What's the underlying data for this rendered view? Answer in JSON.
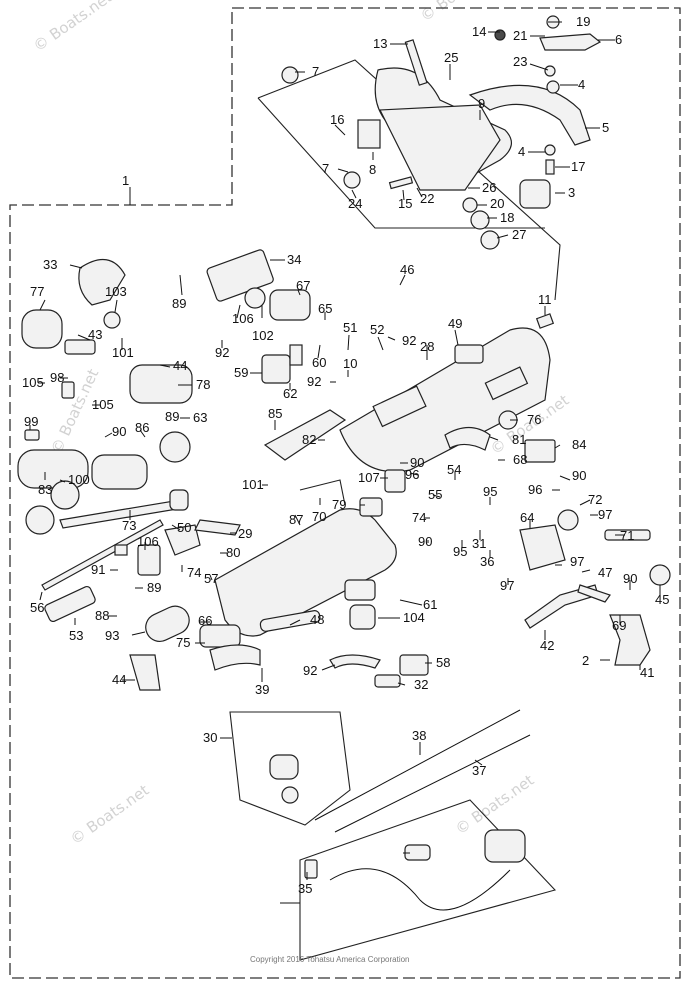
{
  "watermark": "© Boats.net",
  "copyright": "Copyright 2016 Tohatsu America Corporation",
  "callouts": [
    "19",
    "14",
    "21",
    "6",
    "13",
    "25",
    "7",
    "23",
    "4",
    "9",
    "5",
    "16",
    "4",
    "17",
    "7",
    "8",
    "3",
    "26",
    "24",
    "15",
    "22",
    "20",
    "18",
    "27",
    "1",
    "34",
    "33",
    "46",
    "89",
    "67",
    "11",
    "77",
    "103",
    "65",
    "49",
    "106",
    "102",
    "43",
    "101",
    "92",
    "51",
    "52",
    "92",
    "28",
    "60",
    "44",
    "59",
    "10",
    "78",
    "62",
    "92",
    "98",
    "105",
    "105",
    "89",
    "63",
    "76",
    "85",
    "99",
    "90",
    "82",
    "81",
    "84",
    "86",
    "83",
    "100",
    "90",
    "68",
    "107",
    "96",
    "54",
    "90",
    "101",
    "96",
    "72",
    "97",
    "55",
    "95",
    "79",
    "74",
    "73",
    "29",
    "50",
    "70",
    "87",
    "64",
    "71",
    "106",
    "31",
    "90",
    "95",
    "80",
    "36",
    "91",
    "57",
    "74",
    "56",
    "89",
    "97",
    "97",
    "47",
    "90",
    "61",
    "88",
    "45",
    "66",
    "48",
    "69",
    "104",
    "53",
    "93",
    "42",
    "75",
    "92",
    "58",
    "2",
    "41",
    "44",
    "39",
    "32",
    "30",
    "38",
    "37",
    "35"
  ]
}
